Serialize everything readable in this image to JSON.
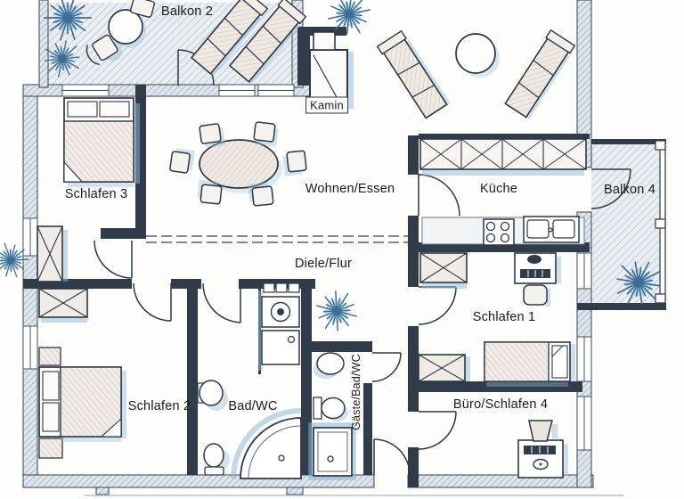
{
  "floorplan": {
    "labels": {
      "balkon2": "Balkon 2",
      "kamin": "Kamin",
      "schlafen3": "Schlafen 3",
      "wohnen_essen": "Wohnen/Essen",
      "kueche": "Küche",
      "balkon4": "Balkon 4",
      "diele_flur": "Diele/Flur",
      "schlafen1": "Schlafen 1",
      "schlafen2": "Schlafen 2",
      "bad_wc": "Bad/WC",
      "gaeste_bad_wc": "Gäste/Bad/WC",
      "buero_schlafen4": "Büro/Schlafen 4"
    },
    "colors": {
      "ink": "#2e3744",
      "pencil_shadow_blue": "#85b4d6",
      "wall_hatch": "#9db0c2",
      "balcony_floor": "#bfccda",
      "furniture_tan": "#d8c8bd",
      "plant_blue": "#3d6d94",
      "paper": "#fdfdfb"
    }
  }
}
